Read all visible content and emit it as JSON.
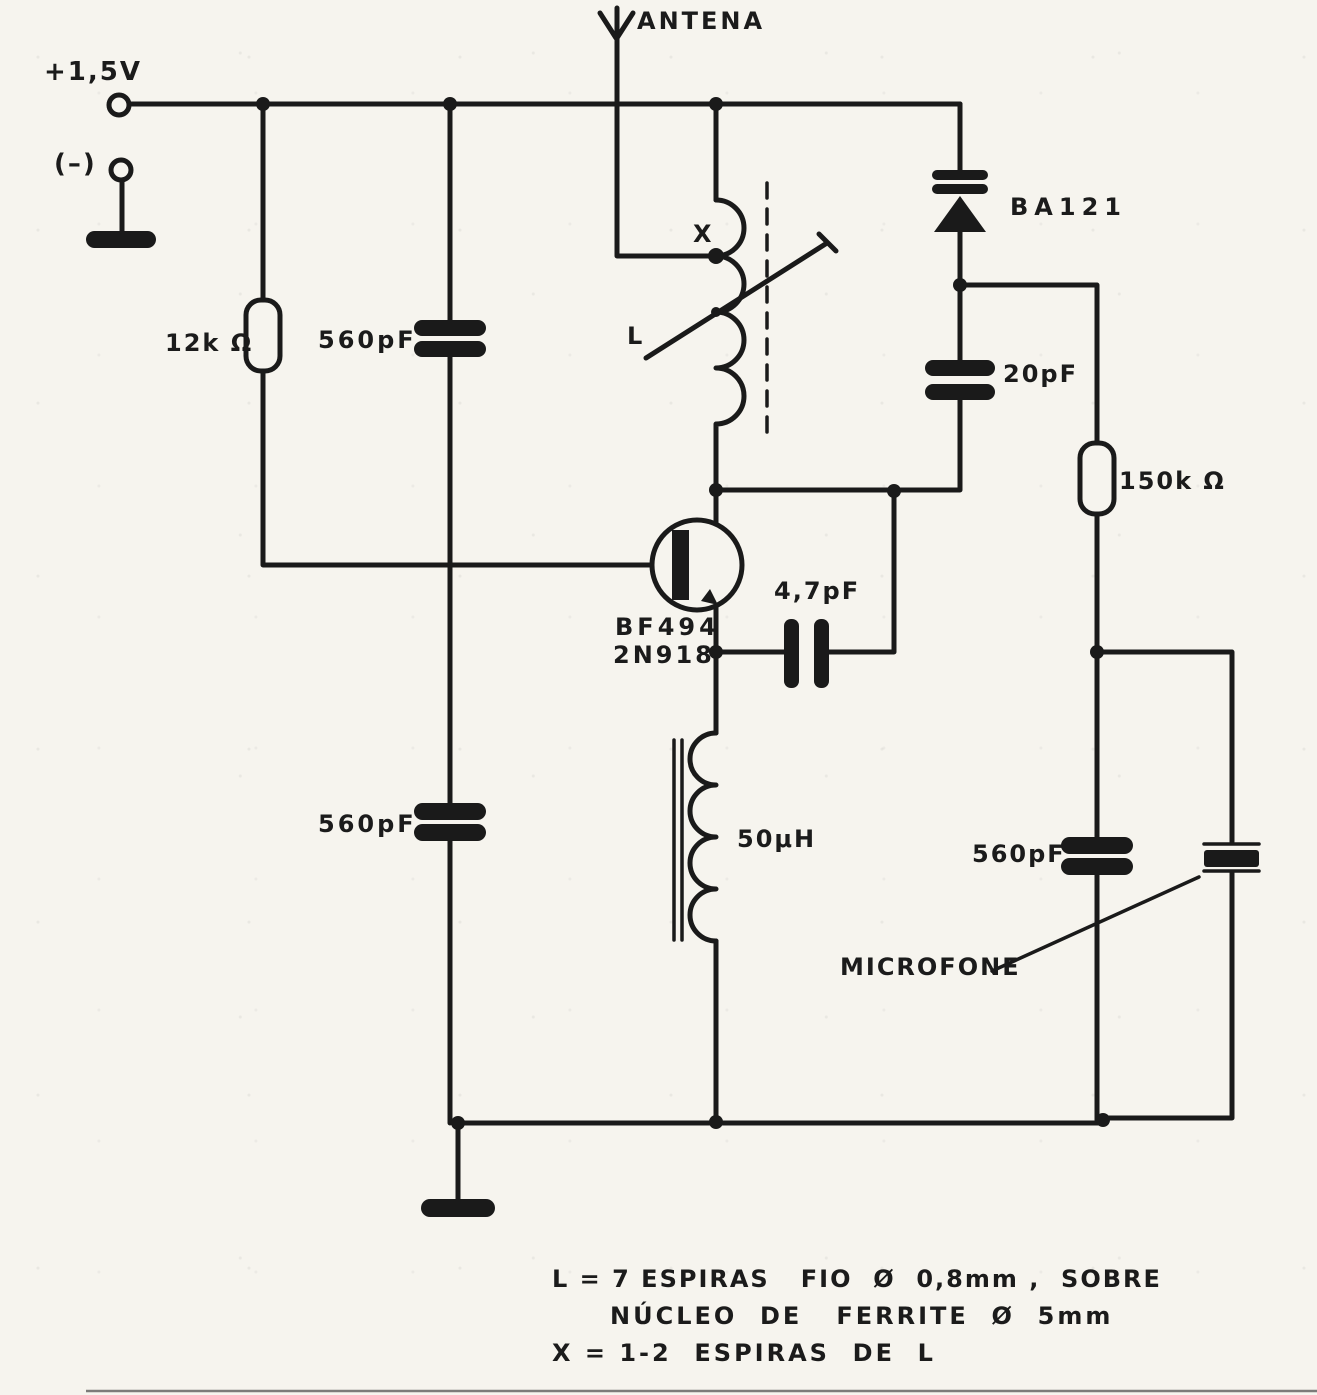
{
  "labels": {
    "supply_positive": "+1,5V",
    "supply_negative": "(–)",
    "antenna": "ANTENA",
    "resistor_r1": "12k Ω",
    "cap_c1_top": "560pF",
    "coil_tap": "X",
    "coil_name": "L",
    "varicap": "BA121",
    "cap_20pf": "20pF",
    "resistor_r2": "150k Ω",
    "transistor_type_1": "BF494",
    "transistor_type_2": "2N918",
    "cap_4p7pf": "4,7pF",
    "cap_c2_bottom": "560pF",
    "choke": "50μH",
    "cap_c3_right": "560pF",
    "microphone": "MICROFONE"
  },
  "notes": {
    "line1": "L = 7 ESPIRAS   FIO  Ø  0,8mm ,  SOBRE",
    "line2": "NÚCLEO  DE   FERRITE  Ø  5mm",
    "line3": "X = 1-2  ESPIRAS  DE  L"
  },
  "colors": {
    "ink": "#1a1a1a",
    "paper": "#f6f4ee"
  }
}
